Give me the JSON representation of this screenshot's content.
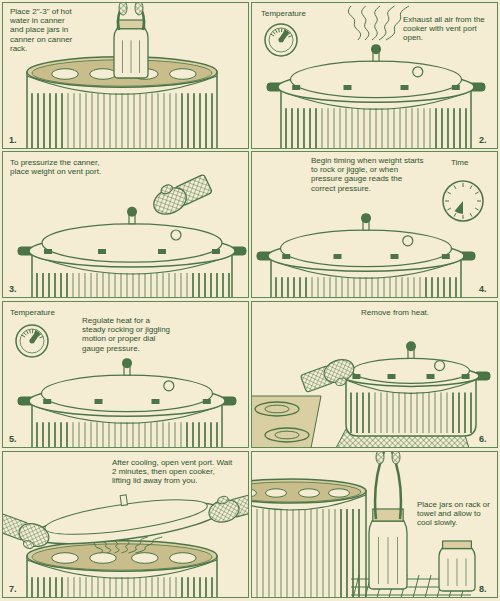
{
  "diagram": {
    "nodes": [
      {
        "text": [
          "Place 2\"-3\" of hot water in canner and place jars in canner on canner rack.",
          "1."
        ]
      },
      {
        "text": [
          "Temperature",
          "Exhaust all air from the cooker with vent port open.",
          "2."
        ]
      },
      {
        "text": [
          "To pressurize the canner, place weight on vent port.",
          "3."
        ]
      },
      {
        "text": [
          "Begin timing when weight starts to rock or jiggle, or when pressure gauge reads the correct pressure.",
          "Time",
          "4."
        ]
      },
      {
        "text": [
          "Temperature",
          "Regulate heat for a steady rocking or jiggling motion or proper dial gauge pressure.",
          "5."
        ]
      },
      {
        "text": [
          "Remove from heat.",
          "6."
        ]
      },
      {
        "text": [
          "After cooling, open vent port. Wait 2 minutes, then open cooker, lifting lid away from you.",
          "7."
        ]
      },
      {
        "text": [
          "Place jars on rack or towel and allow to cool slowly.",
          "8."
        ]
      }
    ]
  }
}
